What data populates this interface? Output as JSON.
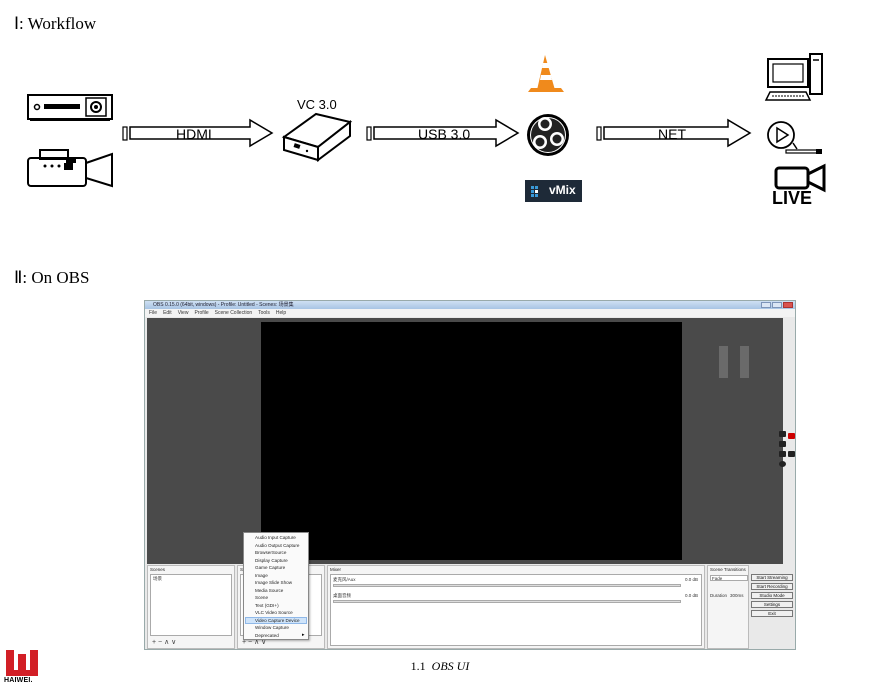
{
  "sections": {
    "workflow_title": "Ⅰ: Workflow",
    "obs_title": "Ⅱ: On OBS"
  },
  "workflow": {
    "arrow1_label": "HDMI",
    "device_label": "VC 3.0",
    "arrow2_label": "USB 3.0",
    "arrow3_label": "NET",
    "vmix_label": "vMix",
    "live_label": "LIVE"
  },
  "obs": {
    "window_title": "OBS 0.15.0 (64bit, windows) - Profile: Untitled - Scenes: 场景集",
    "menu": [
      "File",
      "Edit",
      "View",
      "Profile",
      "Scene Collection",
      "Tools",
      "Help"
    ],
    "scenes_title": "Scenes",
    "scene_item": "场景",
    "sources_title_partial": "Sou",
    "mixer_title": "Mixer",
    "mixer_channels": [
      {
        "name": "麦克风/Aux",
        "level": "0.0 dB"
      },
      {
        "name": "桌面音频",
        "level": "0.0 dB"
      }
    ],
    "transitions_title": "Scene Transitions",
    "transition_value": "Fade",
    "duration_label": "Duration",
    "duration_value": "300ms",
    "controls": [
      "Start Streaming",
      "Start Recording",
      "Studio Mode",
      "Settings",
      "Exit"
    ],
    "context_menu": [
      "Audio Input Capture",
      "Audio Output Capture",
      "BrowserSource",
      "Display Capture",
      "Game Capture",
      "Image",
      "Image Slide Show",
      "Media Source",
      "Scene",
      "Text (GDI+)",
      "VLC Video Source",
      "Video Capture Device",
      "Window Capture",
      "Deprecated"
    ],
    "highlighted_item": "Video Capture Device",
    "dock_add_remove": "+ − ∧ ∨"
  },
  "caption": {
    "number": "1.1",
    "text": "OBS UI"
  },
  "logo": {
    "text": "HAIWEI."
  },
  "colors": {
    "logo_red": "#d21f26",
    "obs_preview": "#000000",
    "obs_background": "#4a4a4a",
    "vmix_bg": "#1e2a38",
    "vlc_orange": "#f08a1c"
  }
}
